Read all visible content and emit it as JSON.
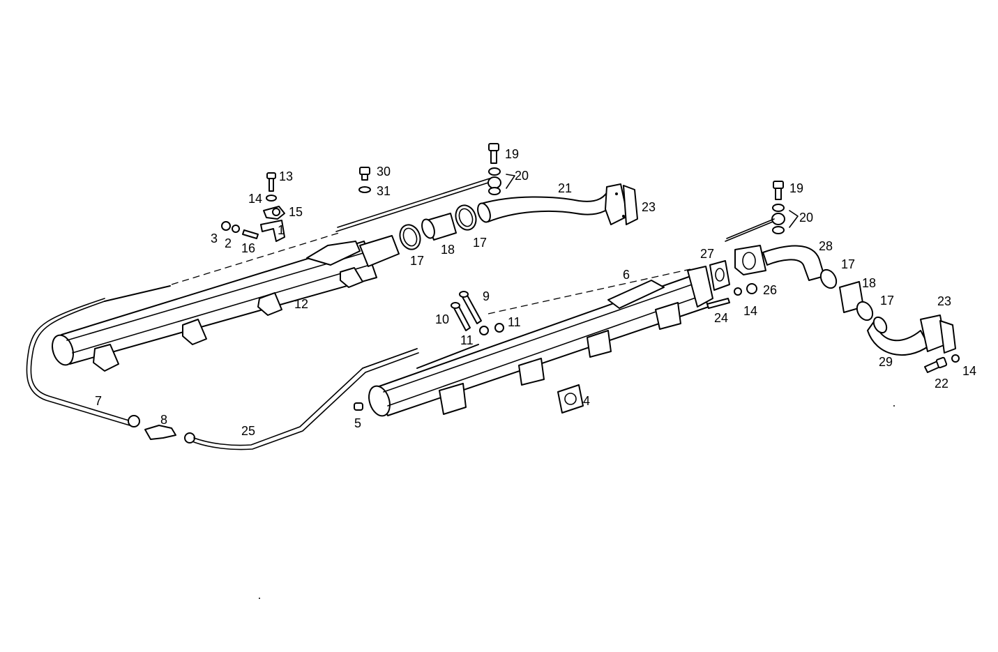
{
  "diagram": {
    "callouts": {
      "c1": "1",
      "c2": "2",
      "c3": "3",
      "c4": "4",
      "c5": "5",
      "c6": "6",
      "c7": "7",
      "c8": "8",
      "c9": "9",
      "c10": "10",
      "c11a": "11",
      "c11b": "11",
      "c12": "12",
      "c13": "13",
      "c14a": "14",
      "c14b": "14",
      "c14c": "14",
      "c15": "15",
      "c16": "16",
      "c17a": "17",
      "c17b": "17",
      "c17c": "17",
      "c17d": "17",
      "c18a": "18",
      "c18b": "18",
      "c19a": "19",
      "c19b": "19",
      "c20a": "20",
      "c20b": "20",
      "c21": "21",
      "c22": "22",
      "c23a": "23",
      "c23b": "23",
      "c24": "24",
      "c25": "25",
      "c26": "26",
      "c27": "27",
      "c28": "28",
      "c29": "29",
      "c30": "30",
      "c31": "31"
    }
  }
}
